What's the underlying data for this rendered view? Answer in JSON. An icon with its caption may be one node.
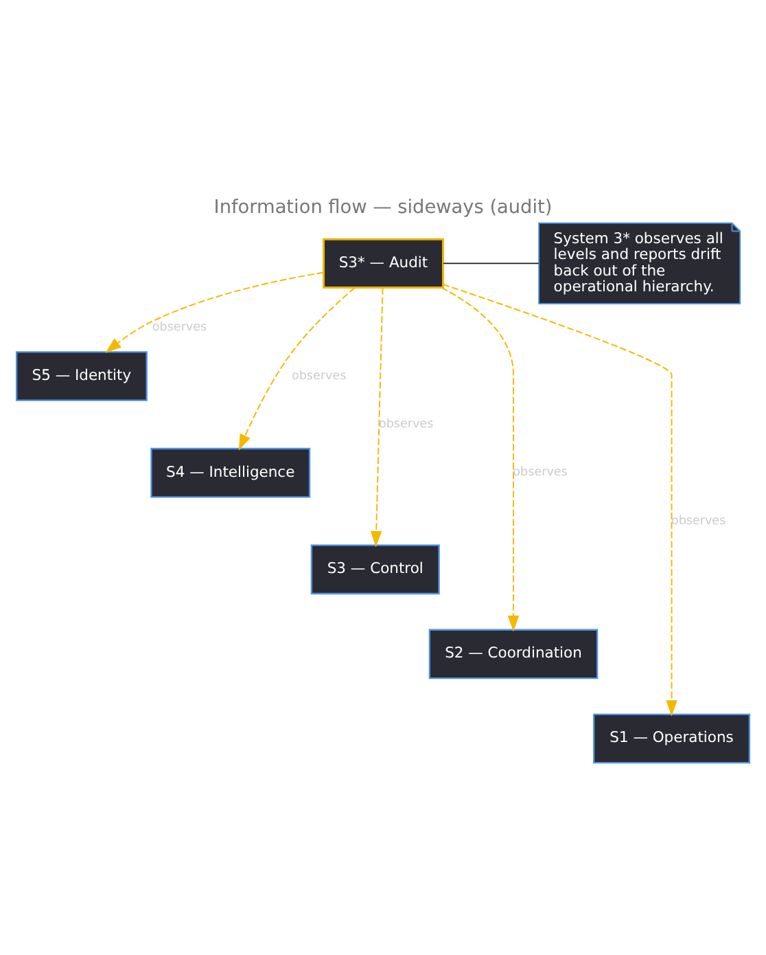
{
  "diagram": {
    "title": "Information flow — sideways (audit)",
    "nodes": [
      {
        "text": [
          "S3* — Audit"
        ]
      },
      {
        "text": [
          "System 3* observes all levels and reports drift back out of the operational hierarchy."
        ]
      },
      {
        "text": [
          "S5 — Identity"
        ]
      },
      {
        "text": [
          "S4 — Intelligence"
        ]
      },
      {
        "text": [
          "S3 — Control"
        ]
      },
      {
        "text": [
          "S2 — Coordination"
        ]
      },
      {
        "text": [
          "S1 — Operations"
        ]
      }
    ],
    "edges": [
      {
        "from": 1,
        "to": 0,
        "arrow": "none",
        "color": "#1c1c22"
      },
      {
        "from": 0,
        "to": 2,
        "arrow": "to",
        "label": "observes",
        "style": "dashed"
      },
      {
        "from": 0,
        "to": 3,
        "arrow": "to",
        "label": "observes",
        "style": "dashed"
      },
      {
        "from": 0,
        "to": 4,
        "arrow": "to",
        "label": "observes",
        "style": "dashed"
      },
      {
        "from": 0,
        "to": 5,
        "arrow": "to",
        "label": "observes",
        "style": "dashed"
      },
      {
        "from": 0,
        "to": 6,
        "arrow": "to",
        "label": "observes",
        "style": "dashed"
      }
    ]
  }
}
